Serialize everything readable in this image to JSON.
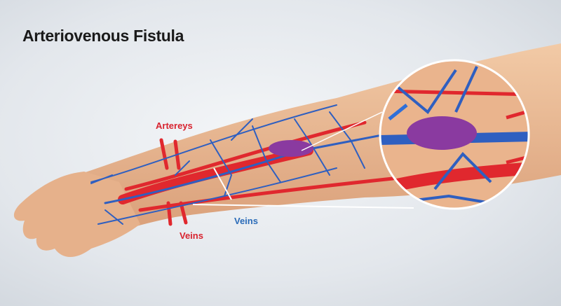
{
  "title": "Arteriovenous Fistula",
  "labels": {
    "arteries": "Artereys",
    "veins_red": "Veins",
    "veins_blue": "Veins"
  },
  "colors": {
    "artery": "#e0282e",
    "vein": "#2f5fc0",
    "fistula": "#8a3aa0",
    "skin": "#e9b992",
    "label_red": "#d8232f",
    "label_blue": "#2a6bb8"
  }
}
